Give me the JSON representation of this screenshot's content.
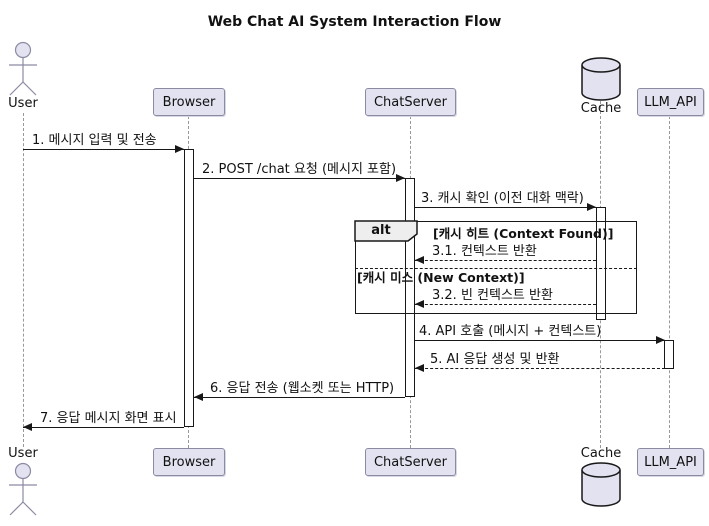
{
  "title": "Web Chat AI System Interaction Flow",
  "participants": {
    "user": "User",
    "browser": "Browser",
    "chatserver": "ChatServer",
    "cache": "Cache",
    "llm_api": "LLM_API"
  },
  "messages": {
    "m1": "1. 메시지 입력 및 전송",
    "m2": "2. POST /chat 요청 (메시지 포함)",
    "m3": "3. 캐시 확인 (이전 대화 맥락)",
    "m3_1": "3.1. 컨텍스트 반환",
    "m3_2": "3.2. 빈 컨텍스트 반환",
    "m4": "4. API 호출 (메시지 + 컨텍스트)",
    "m5": "5. AI 응답 생성 및 반환",
    "m6": "6. 응답 전송 (웹소켓 또는 HTTP)",
    "m7": "7. 응답 메시지 화면 표시"
  },
  "alt_frame": {
    "operator": "alt",
    "condition_hit": "[캐시 히트 (Context Found)]",
    "condition_miss": "[캐시 미스 (New Context)]"
  },
  "colors": {
    "participant_fill": "#E2E2F0",
    "participant_border": "#8a8aa3",
    "line": "#181818",
    "lifeline": "#999999",
    "alt_label_fill": "#EEEEEE",
    "background": "#FFFFFF"
  }
}
